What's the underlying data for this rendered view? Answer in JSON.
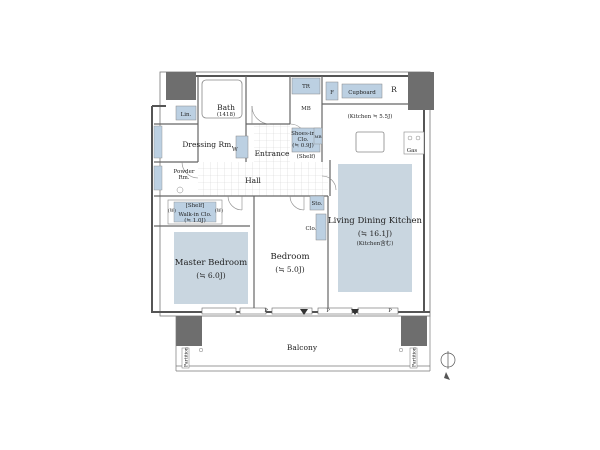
{
  "rooms": {
    "lin": "Lin.",
    "bath": "Bath",
    "bath_size": "(1418)",
    "tr": "TR",
    "mb": "MB",
    "refrigerator": "R",
    "cupboard": "Cupboard",
    "kitchen": "(Kitchen ≒ 5.5J)",
    "gas": "Gas",
    "dressing": "Dressing Rm.",
    "washer": "W",
    "entrance": "Entrance",
    "shoes_in_line1": "Shoes-in",
    "shoes_in_line2": "Clo.",
    "shoes_in_size": "(≒ 0.9J)",
    "shelf_small": "(Shelf)",
    "mb_small": "MB",
    "f_small": "F",
    "powder_line1": "Powder",
    "powder_line2": "Rm.",
    "hall": "Hall",
    "shelf": "[Shelf]",
    "walkin_line1": "Walk-in Clo.",
    "walkin_size": "(≒ 1.0J)",
    "w_left": "(W)",
    "w_right": "(W)",
    "sto": "Sto.",
    "clo": "Clo.",
    "ldk": "Living Dining Kitchen",
    "ldk_size": "(≒ 16.1J)",
    "ldk_note": "(Kitchen含む)",
    "master": "Master Bedroom",
    "master_size": "(≒ 6.0J)",
    "bedroom": "Bedroom",
    "bedroom_size": "(≒ 5.0J)",
    "balcony": "Balcony",
    "partition_left": "Partition",
    "partition_right": "Partition",
    "p1": "P",
    "p2": "P",
    "p3": "P"
  },
  "colors": {
    "room_fill": "#c9d6e0",
    "fixture_fill": "#bcd0e2",
    "wall": "#555555",
    "column": "#6e6e6e",
    "floor_tile": "#d4d4d4"
  }
}
